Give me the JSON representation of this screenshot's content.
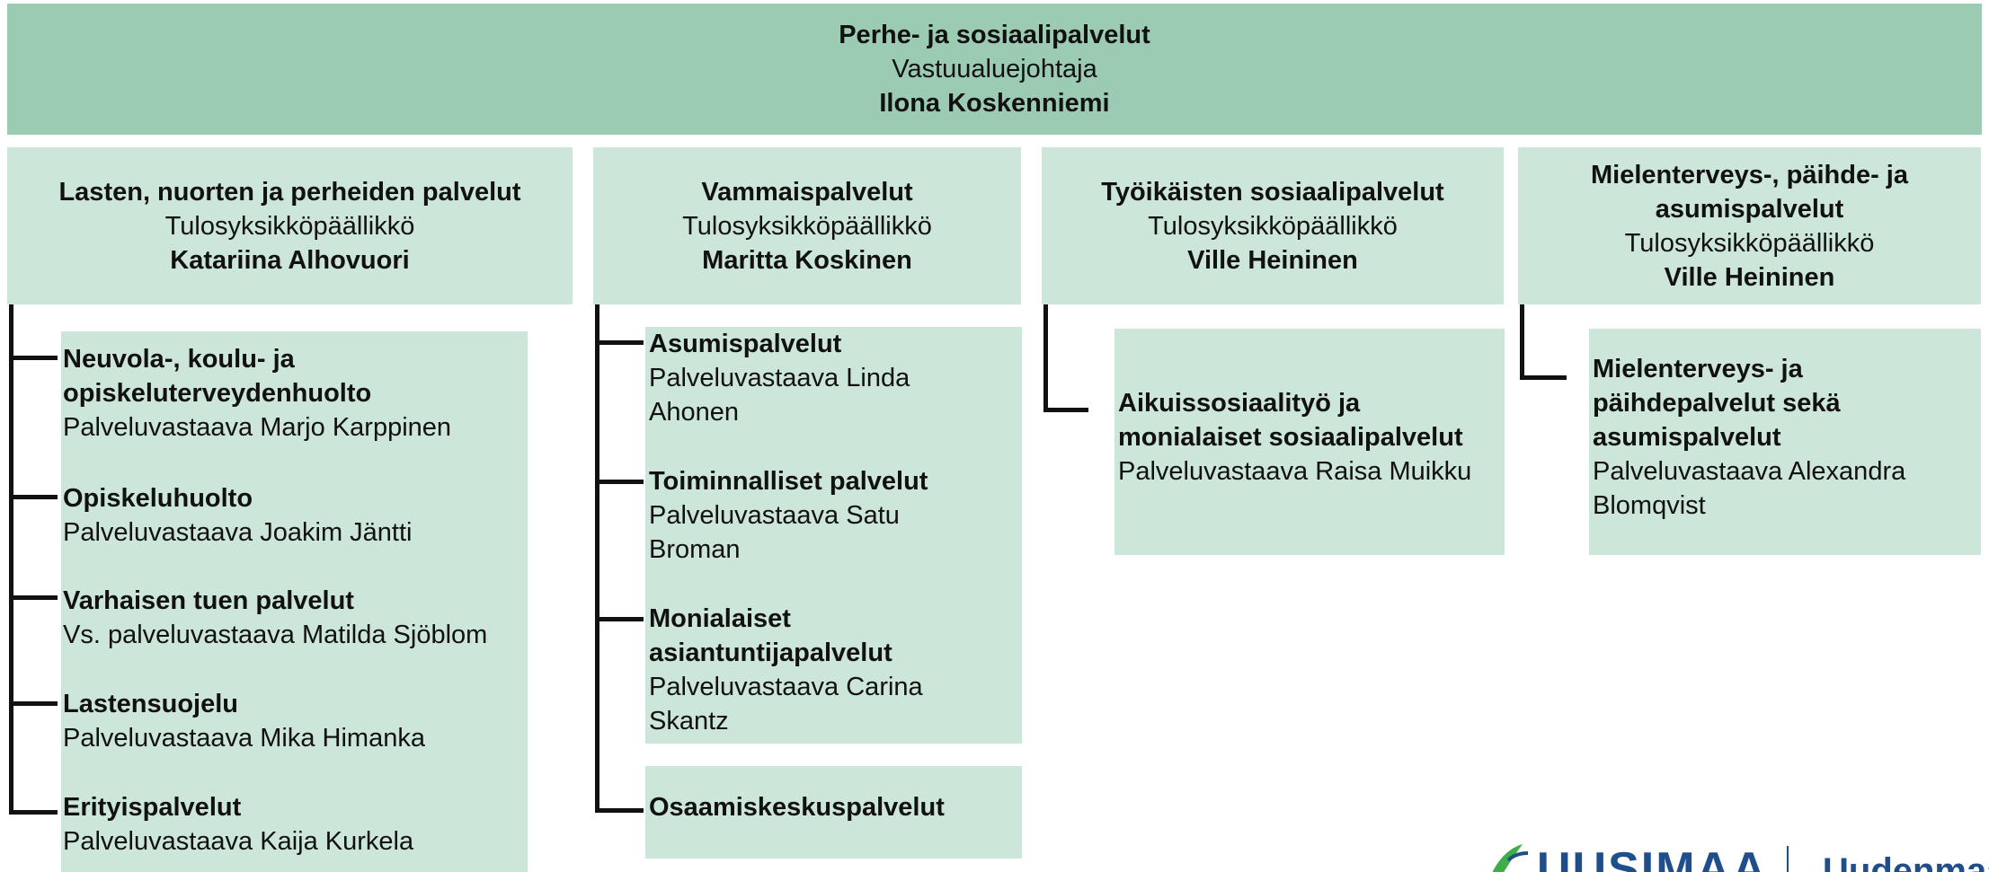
{
  "top": {
    "title": "Perhe- ja sosiaalipalvelut",
    "role": "Vastuualuejohtaja",
    "name": "Ilona Koskenniemi"
  },
  "units": [
    {
      "title": "Lasten, nuorten ja perheiden palvelut",
      "role": "Tulosyksikköpäällikkö",
      "name": "Katariina Alhovuori"
    },
    {
      "title": "Vammaispalvelut",
      "role": "Tulosyksikköpäällikkö",
      "name": "Maritta Koskinen"
    },
    {
      "title": "Työikäisten sosiaalipalvelut",
      "role": "Tulosyksikköpäällikkö",
      "name": "Ville Heininen"
    },
    {
      "title_line1": "Mielenterveys-, päihde- ja",
      "title_line2": "asumispalvelut",
      "role": "Tulosyksikköpäällikkö",
      "name": "Ville Heininen"
    }
  ],
  "col1": [
    {
      "title_line1": "Neuvola-, koulu- ja",
      "title_line2": "opiskeluterveydenhuolto",
      "person": "Palveluvastaava Marjo Karppinen"
    },
    {
      "title": "Opiskeluhuolto",
      "person": "Palveluvastaava Joakim Jäntti"
    },
    {
      "title": "Varhaisen tuen palvelut",
      "person": "Vs. palveluvastaava Matilda Sjöblom"
    },
    {
      "title": "Lastensuojelu",
      "person": "Palveluvastaava Mika Himanka"
    },
    {
      "title": "Erityispalvelut",
      "person": "Palveluvastaava Kaija Kurkela"
    }
  ],
  "col2": [
    {
      "title": "Asumispalvelut",
      "person_line1": "Palveluvastaava Linda",
      "person_line2": "Ahonen"
    },
    {
      "title": "Toiminnalliset palvelut",
      "person_line1": "Palveluvastaava Satu",
      "person_line2": "Broman"
    },
    {
      "title_line1": "Monialaiset",
      "title_line2": "asiantuntijapalvelut",
      "person_line1": "Palveluvastaava Carina",
      "person_line2": "Skantz"
    },
    {
      "title": "Osaamiskeskuspalvelut"
    }
  ],
  "col3": {
    "title_line1": "Aikuissosiaalityö ja",
    "title_line2": "monialaiset sosiaalipalvelut",
    "person": "Palveluvastaava Raisa Muikku"
  },
  "col4": {
    "title_line1": "Mielenterveys- ja",
    "title_line2": "päihdepalvelut sekä",
    "title_line3": "asumispalvelut",
    "person_line1": "Palveluvastaava Alexandra",
    "person_line2": "Blomqvist"
  },
  "logo": {
    "brand": "UUSIMAA",
    "text": "Uudenmaan h"
  },
  "colors": {
    "top": "#9ccbb4",
    "box": "#cce6d9",
    "line": "#111111",
    "brand": "#1f4e8c",
    "brand_accent": "#3fae49"
  }
}
